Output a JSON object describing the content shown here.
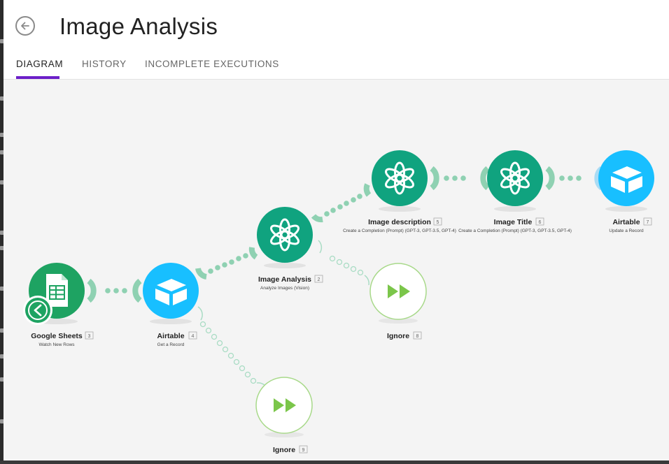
{
  "header": {
    "title": "Image Analysis",
    "back_icon": "back-arrow-icon"
  },
  "tabs": [
    {
      "label": "DIAGRAM",
      "active": true
    },
    {
      "label": "HISTORY",
      "active": false
    },
    {
      "label": "INCOMPLETE EXECUTIONS",
      "active": false
    }
  ],
  "colors": {
    "accent": "#6c1fc9",
    "sheets_green": "#1ea362",
    "airtable_blue": "#18bfff",
    "openai_green": "#10a37f",
    "ignore_green": "#7bc64a"
  },
  "modules": {
    "google_sheets": {
      "name": "Google Sheets",
      "id": "3",
      "action": "Watch New Rows",
      "icon": "google-sheets-icon",
      "badge": "clock-trigger-icon"
    },
    "airtable_get": {
      "name": "Airtable",
      "id": "4",
      "action": "Get a Record",
      "icon": "airtable-icon"
    },
    "image_analysis": {
      "name": "Image Analysis",
      "id": "2",
      "action": "Analyze Images (Vision)",
      "icon": "openai-icon"
    },
    "image_description": {
      "name": "Image description",
      "id": "5",
      "action": "Create a Completion (Prompt) (GPT-3, GPT-3.5, GPT-4)",
      "icon": "openai-icon"
    },
    "image_title": {
      "name": "Image Title",
      "id": "6",
      "action": "Create a Completion (Prompt) (GPT-3, GPT-3.5, GPT-4)",
      "icon": "openai-icon"
    },
    "airtable_update": {
      "name": "Airtable",
      "id": "7",
      "action": "Update a Record",
      "icon": "airtable-icon"
    },
    "ignore_8": {
      "name": "Ignore",
      "id": "8",
      "icon": "fast-forward-icon"
    },
    "ignore_9": {
      "name": "Ignore",
      "id": "9",
      "icon": "fast-forward-icon"
    }
  }
}
